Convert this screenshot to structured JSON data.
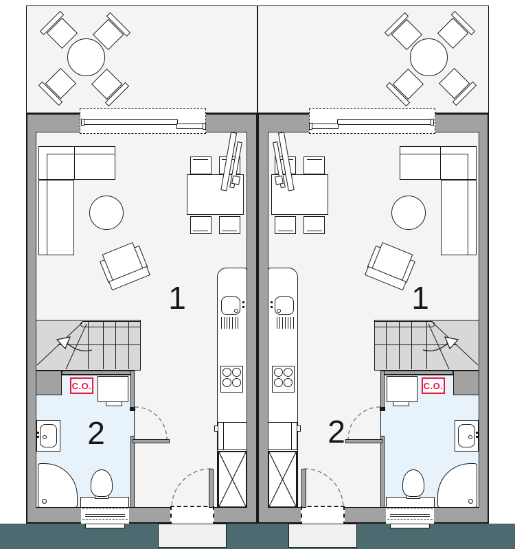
{
  "units": [
    {
      "side": "left",
      "living_room_label": "1",
      "bathroom_label": "2",
      "heating_label": "C.O."
    },
    {
      "side": "right",
      "living_room_label": "1",
      "bathroom_label": "2",
      "heating_label": "C.O."
    }
  ],
  "colors": {
    "wall": "#a2a2a2",
    "floor": "#f4f4f5",
    "bath": "#e7f2fb",
    "stairs": "#d8d8d8",
    "ground": "#4e6a71",
    "outline": "#1a1a1a",
    "co_red": "#e61941",
    "label": "#161616",
    "stoop": "#f0f0f1"
  }
}
